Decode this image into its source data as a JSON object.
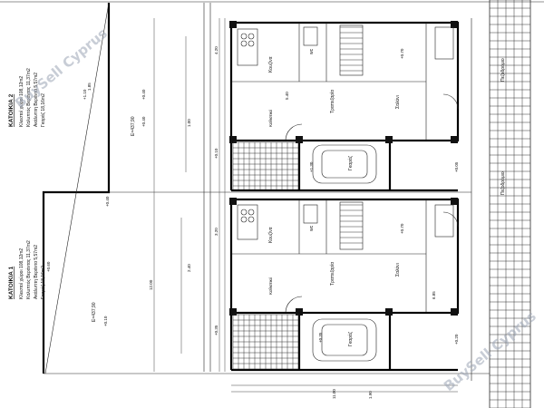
{
  "watermark": {
    "text_top": "BuySell Cyprus",
    "text_bottom": "BuySell Cyprus"
  },
  "houses": [
    {
      "title": "ΚΑΤΟΙΚΙΑ 2",
      "areas": [
        "Κλειστοί χώροι 108,12m2",
        "Καλυπτός Βεράντας 11,37m2",
        "Ακάλυπτη Βεράντα 5,57m2",
        "Γκαράζ 18,16m2"
      ],
      "site_level": "E=437,90",
      "rooms": {
        "kitchen": "Κουζίνα",
        "living": "Σαλόνι",
        "dining": "Τραπεζαρία",
        "garage": "Γκαράζ",
        "wc": "wc",
        "office": "Καθιστικό"
      },
      "levels": [
        "+0.40",
        "+0.40",
        "+0.70",
        "+0.10",
        "+0.05",
        "+1.10",
        "+1.30"
      ]
    },
    {
      "title": "ΚΑΤΟΙΚΙΑ 1",
      "areas": [
        "Κλειστοί χώροι 108,12m2",
        "Καλυπτός Βεράντας 11,37m2",
        "Ακάλυπτη Βεράντα 5,57m2",
        "Γκαράζ 18,16m2"
      ],
      "site_level": "E=437,90",
      "rooms": {
        "kitchen": "Κουζίνα",
        "living": "Σαλόνι",
        "dining": "Τραπεζαρία",
        "garage": "Γκαράζ",
        "wc": "wc",
        "office": "Καθιστικό"
      },
      "levels": [
        "+0.60",
        "+0.40",
        "+0.70",
        "+0.10",
        "+0.20",
        "+0.35",
        "+0.35"
      ]
    }
  ],
  "street_labels": [
    "Πεζοδρόμιο",
    "Πεζοδρόμιο"
  ],
  "dimensions": [
    "12.00",
    "4.20",
    "3.20",
    "5.40",
    "1.00",
    "2.40",
    "6.85",
    "1.85",
    "11.00",
    "1.90"
  ],
  "colors": {
    "line": "#111111",
    "background": "#ffffff",
    "watermark": "#9aa4b4"
  }
}
